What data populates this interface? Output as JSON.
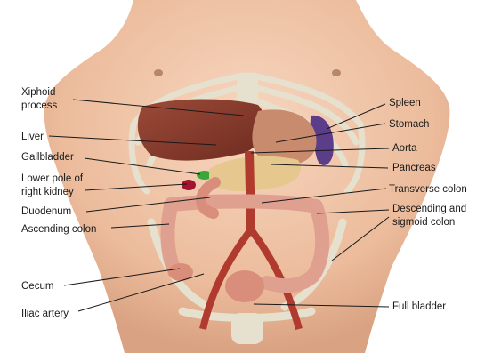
{
  "labels": {
    "xiphoid": [
      "Xiphoid",
      "process"
    ],
    "liver": "Liver",
    "gallbladder": "Gallbladder",
    "kidney": [
      "Lower pole of",
      "right kidney"
    ],
    "duodenum": "Duodenum",
    "ascending_colon": "Ascending colon",
    "cecum": "Cecum",
    "iliac_artery": "Iliac artery",
    "spleen": "Spleen",
    "stomach": "Stomach",
    "aorta": "Aorta",
    "pancreas": "Pancreas",
    "transverse_colon": "Transverse colon",
    "desc_sigmoid": [
      "Descending and",
      "sigmoid colon"
    ],
    "bladder": "Full bladder"
  },
  "colors": {
    "background": "#ffffff",
    "skin": "#f2c9ae",
    "bone": "#e6e0cf",
    "liver": "#8a3b2c",
    "stomach": "#c98b6e",
    "pancreas": "#e6c88e",
    "intestine": "#d88e7b",
    "colon": "#e0a090",
    "spleen": "#5b3d8a",
    "aorta": "#b03a2e",
    "gallbladder": "#3aa63a",
    "text": "#1a1a1a"
  }
}
